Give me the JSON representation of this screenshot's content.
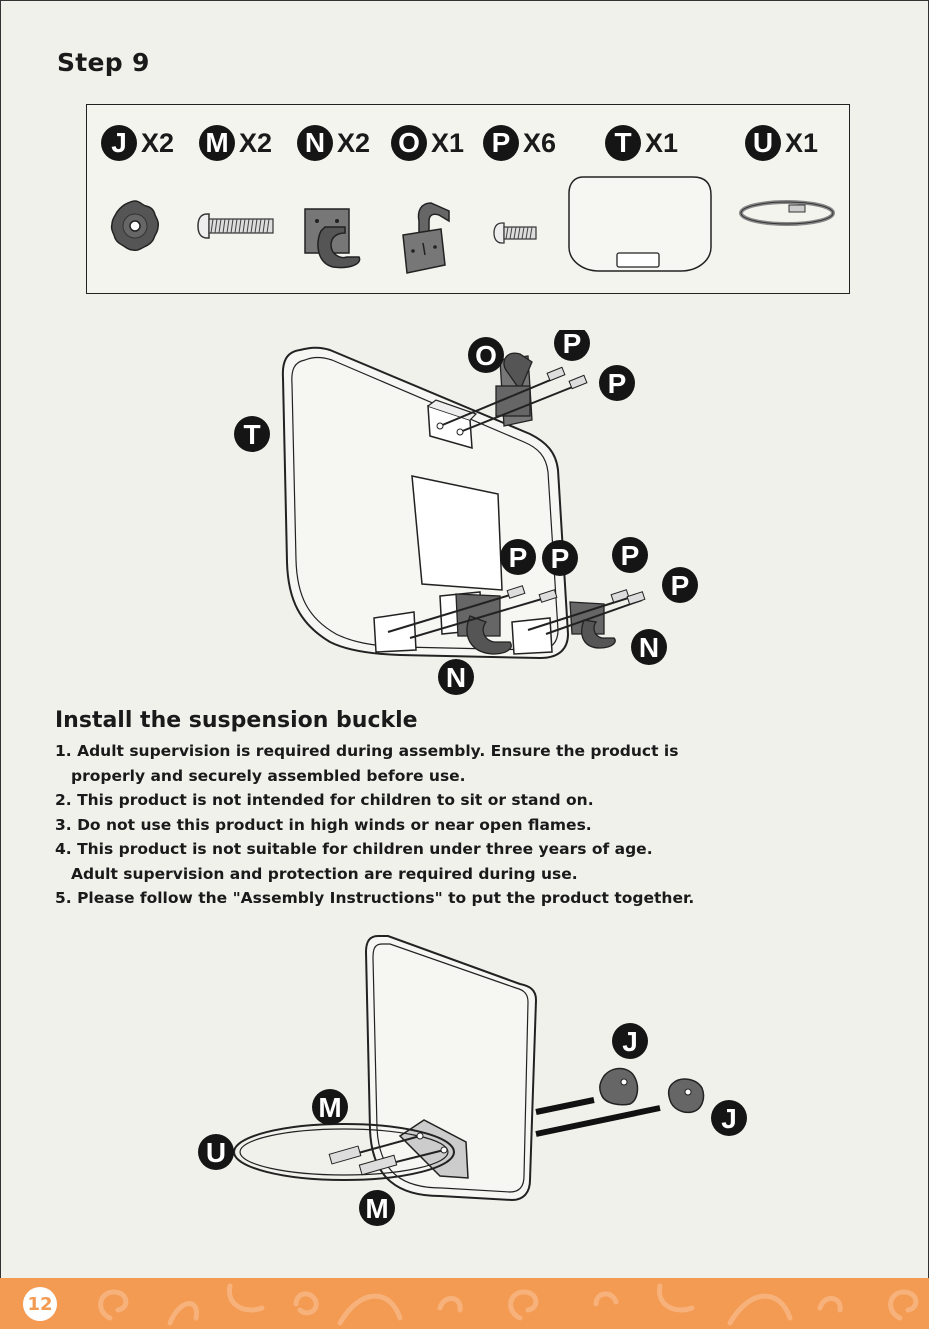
{
  "step": {
    "title": "Step 9"
  },
  "parts": [
    {
      "letter": "J",
      "qty": "X2",
      "icon": "knob-nut-icon"
    },
    {
      "letter": "M",
      "qty": "X2",
      "icon": "long-screw-icon"
    },
    {
      "letter": "N",
      "qty": "X2",
      "icon": "net-hook-bracket-icon"
    },
    {
      "letter": "O",
      "qty": "X1",
      "icon": "hanger-bracket-icon"
    },
    {
      "letter": "P",
      "qty": "X6",
      "icon": "short-screw-icon"
    },
    {
      "letter": "T",
      "qty": "X1",
      "icon": "backboard-icon"
    },
    {
      "letter": "U",
      "qty": "X1",
      "icon": "hoop-ring-icon"
    }
  ],
  "diagram1": {
    "callouts": [
      "O",
      "P",
      "P",
      "T",
      "P",
      "P",
      "P",
      "P",
      "N",
      "N"
    ]
  },
  "section": {
    "title": "Install the suspension buckle",
    "items": [
      {
        "line1": "1. Adult supervision is required during assembly. Ensure the product is",
        "line2": "properly and securely assembled before use."
      },
      {
        "line1": "2. This product is not intended for children to sit or stand on.",
        "line2": ""
      },
      {
        "line1": "3. Do not use this product in high winds or near open flames.",
        "line2": ""
      },
      {
        "line1": "4. This product is not suitable for children under three years of age.",
        "line2": "Adult supervision and protection are required during use."
      },
      {
        "line1": "5. Please follow the \"Assembly Instructions\" to put the product together.",
        "line2": ""
      }
    ]
  },
  "diagram2": {
    "callouts": [
      "J",
      "J",
      "M",
      "U",
      "M"
    ]
  },
  "footer": {
    "page_number": "12",
    "color": "#f39a53"
  }
}
